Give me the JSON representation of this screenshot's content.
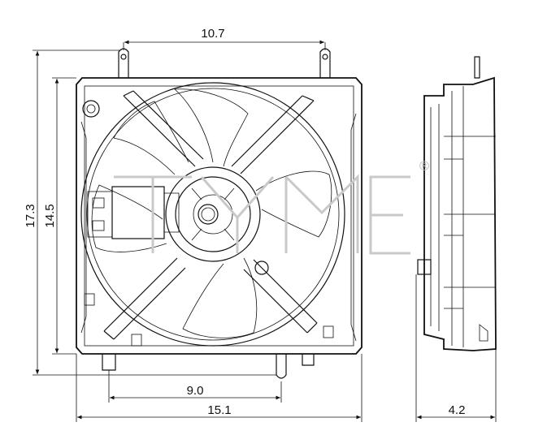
{
  "dimensions": {
    "mount_span_width": "10.7",
    "overall_height": "17.3",
    "frame_height": "14.5",
    "lower_mount_width": "9.0",
    "overall_width": "15.1",
    "depth": "4.2"
  },
  "watermark": {
    "registered_mark": "®"
  }
}
